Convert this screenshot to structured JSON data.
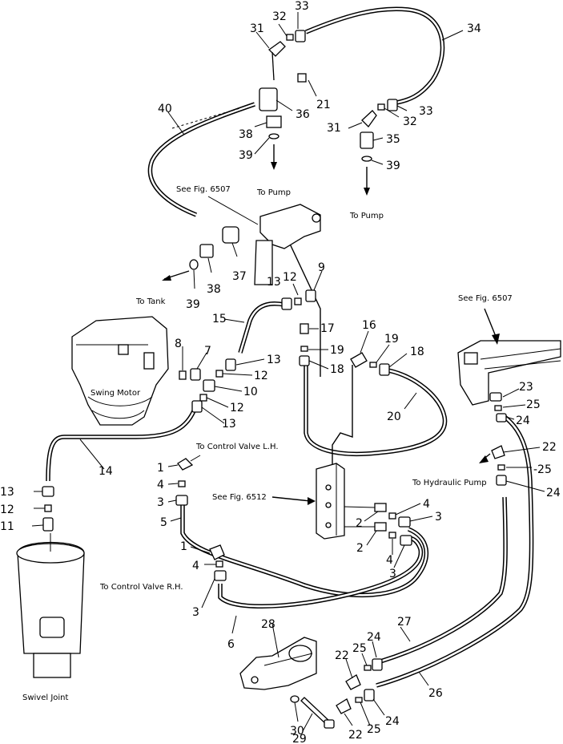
{
  "labels": {
    "see_6507_top": "See Fig. 6507",
    "to_pump_1": "To Pump",
    "to_pump_2": "To Pump",
    "to_tank": "To Tank",
    "swing_motor": "Swing Motor",
    "see_6507_right": "See Fig. 6507",
    "to_cv_lh": "To Control Valve L.H.",
    "see_6512": "See Fig. 6512",
    "to_hyd_pump": "To Hydraulic Pump",
    "to_cv_rh": "To Control Valve R.H.",
    "swivel_joint": "Swivel Joint"
  },
  "callouts": {
    "c33a": "33",
    "c32a": "32",
    "c31a": "31",
    "c34": "34",
    "c21": "21",
    "c36": "36",
    "c40": "40",
    "c38a": "38",
    "c39a": "39",
    "c33b": "33",
    "c32b": "32",
    "c31b": "31",
    "c35": "35",
    "c39b": "39",
    "c37": "37",
    "c38b": "38",
    "c39c": "39",
    "c13a": "13",
    "c12a": "12",
    "c9": "9",
    "c15": "15",
    "c17": "17",
    "c16": "16",
    "c19a": "19",
    "c19b": "19",
    "c18a": "18",
    "c18b": "18",
    "c8": "8",
    "c7": "7",
    "c13b": "13",
    "c12b": "12",
    "c10": "10",
    "c12c": "12",
    "c13c": "13",
    "c20": "20",
    "c23": "23",
    "c25a": "25",
    "c24a": "24",
    "c22a": "22",
    "c25b": "-25",
    "c24b": "24",
    "c14": "14",
    "c1a": "1",
    "c4a": "4",
    "c3a": "3",
    "c5": "5",
    "c2a": "2",
    "c4b": "4",
    "c3b": "3",
    "c2b": "2",
    "c4c": "4",
    "c3c": "3",
    "c13d": "13",
    "c12d": "12",
    "c11": "11",
    "c1b": "1",
    "c4d": "4",
    "c3d": "3",
    "c6": "6",
    "c28": "28",
    "c27": "27",
    "c22b": "22",
    "c25c": "25",
    "c24c": "24",
    "c26": "26",
    "c30": "30",
    "c29": "29",
    "c22c": "22",
    "c25d": "25",
    "c24d": "24"
  }
}
